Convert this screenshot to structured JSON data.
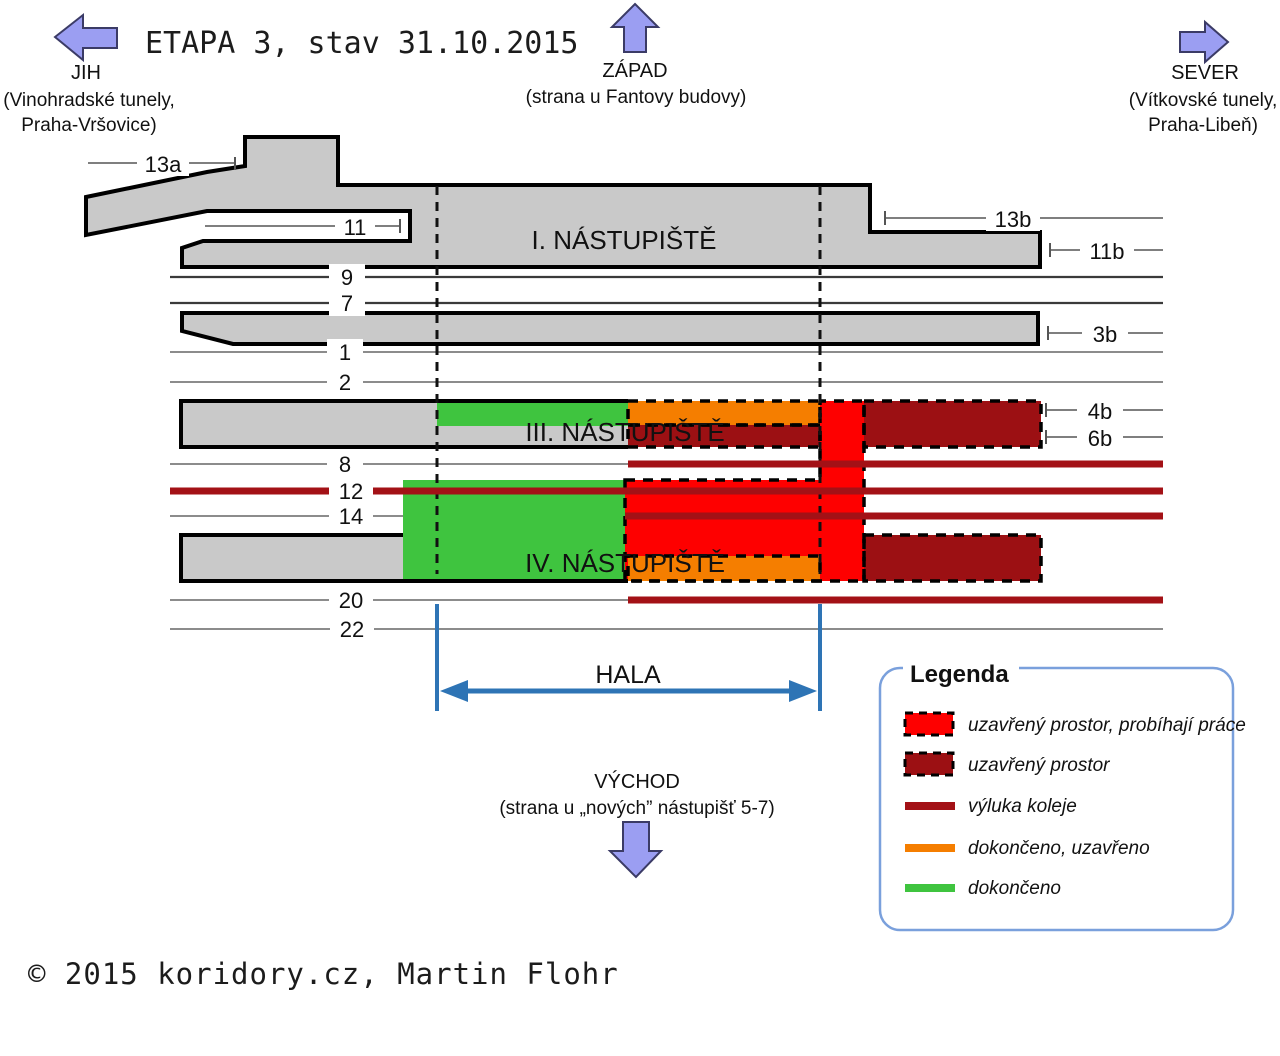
{
  "title": "ETAPA 3, stav 31.10.2015",
  "compass": {
    "south": {
      "name": "JIH",
      "line1": "(Vinohradské tunely,",
      "line2": "Praha-Vršovice)"
    },
    "west": {
      "name": "ZÁPAD",
      "line1": "(strana u Fantovy budovy)"
    },
    "north": {
      "name": "SEVER",
      "line1": "(Vítkovské tunely,",
      "line2": "Praha-Libeň)"
    },
    "east": {
      "name": "VÝCHOD",
      "line1": "(strana u „nových” nástupišť 5-7)"
    }
  },
  "platforms": {
    "p1": "I. NÁSTUPIŠTĚ",
    "p3": "III. NÁSTUPIŠTĚ",
    "p4": "IV. NÁSTUPIŠTĚ"
  },
  "tracks": {
    "left": [
      "13a",
      "11",
      "9",
      "7",
      "1",
      "2",
      "8",
      "12",
      "14",
      "20",
      "22"
    ],
    "right": [
      "13b",
      "11b",
      "3b",
      "4b",
      "6b"
    ]
  },
  "hall_label": "HALA",
  "legend": {
    "title": "Legenda",
    "items": [
      {
        "label": "uzavřený prostor, probíhají práce",
        "swatch": "rect-dashed",
        "color": "#FE0000"
      },
      {
        "label": "uzavřený prostor",
        "swatch": "rect-dashed",
        "color": "#9C1013"
      },
      {
        "label": "výluka koleje",
        "swatch": "line",
        "color": "#A31116"
      },
      {
        "label": "dokončeno, uzavřeno",
        "swatch": "line",
        "color": "#F57E00"
      },
      {
        "label": "dokončeno",
        "swatch": "line",
        "color": "#3FC43F"
      }
    ]
  },
  "copyright": "© 2015 koridory.cz, Martin Flohr",
  "colors": {
    "closed_active": "#FE0000",
    "closed": "#9C1013",
    "track_closure": "#A31116",
    "done_closed": "#F57E00",
    "done": "#3FC43F",
    "platform_gray": "#C9C9C9",
    "compass_fill": "#9B9EF2",
    "hala_blue": "#2E74B5",
    "legend_border": "#7AA0DC"
  }
}
